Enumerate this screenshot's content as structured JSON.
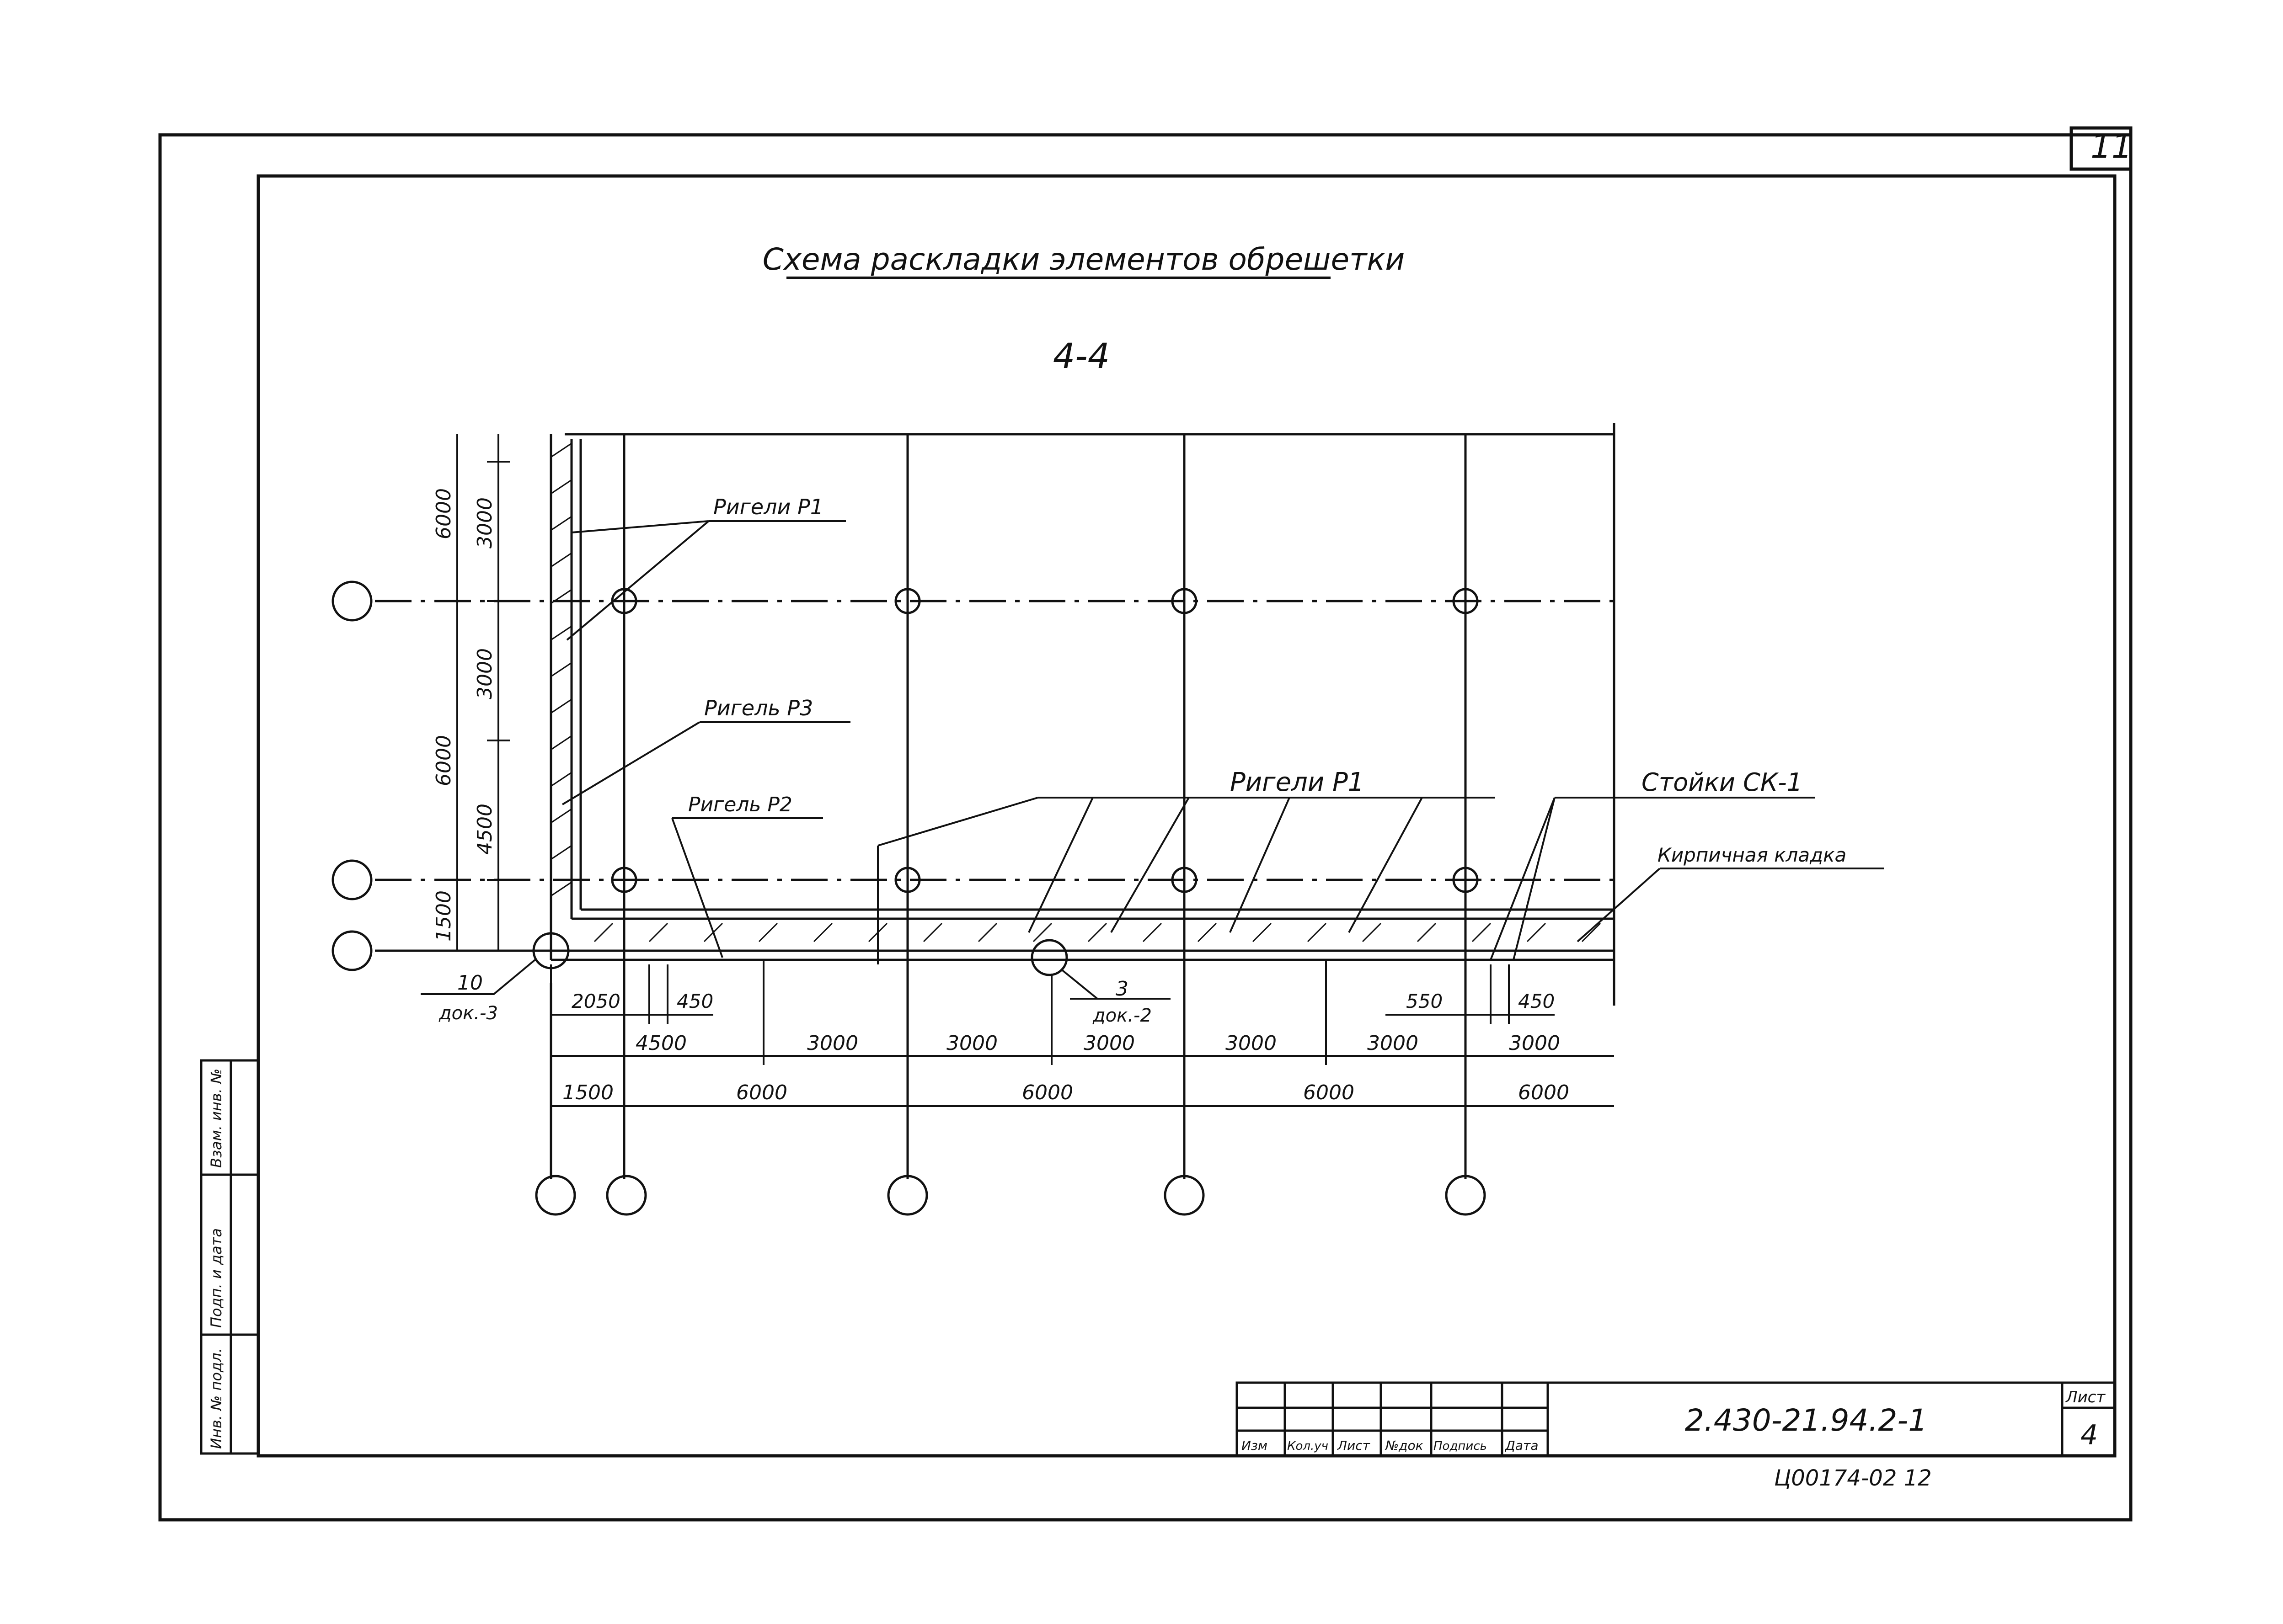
{
  "sheet": {
    "corner_number": "11",
    "title": "Схема раскладки элементов обрешетки",
    "section": "4-4",
    "ink_color": "#111111",
    "paper_color": "#ffffff"
  },
  "labels": {
    "rigeli_p1_top": "Ригели Р1",
    "rigel_p3": "Ригель Р3",
    "rigel_p2": "Ригель Р2",
    "rigeli_p1_mid": "Ригели Р1",
    "stoyki": "Стойки СК-1",
    "kladka": "Кирпичная кладка",
    "node_a_num": "10",
    "node_a_doc": "док.-3",
    "node_b_num": "3",
    "node_b_doc": "док.-2"
  },
  "dims_vertical_outer": [
    "6000",
    "6000",
    "1500"
  ],
  "dims_vertical_inner": [
    "3000",
    "3000",
    "4500"
  ],
  "dims_row1": [
    "2050",
    "450",
    "550",
    "450"
  ],
  "dims_row2": [
    "4500",
    "3000",
    "3000",
    "3000",
    "3000",
    "3000",
    "3000"
  ],
  "dims_row3": [
    "1500",
    "6000",
    "6000",
    "6000",
    "6000"
  ],
  "title_block": {
    "headers": [
      "Изм",
      "Кол.уч",
      "Лист",
      "№док",
      "Подпись",
      "Дата"
    ],
    "code": "2.430-21.94.2-1",
    "sheet_label": "Лист",
    "sheet_number": "4",
    "archive_number": "Ц00174-02   12"
  },
  "side_stamp": [
    "Взам. инв. №",
    "Подп. и дата",
    "Инв. № подл."
  ]
}
